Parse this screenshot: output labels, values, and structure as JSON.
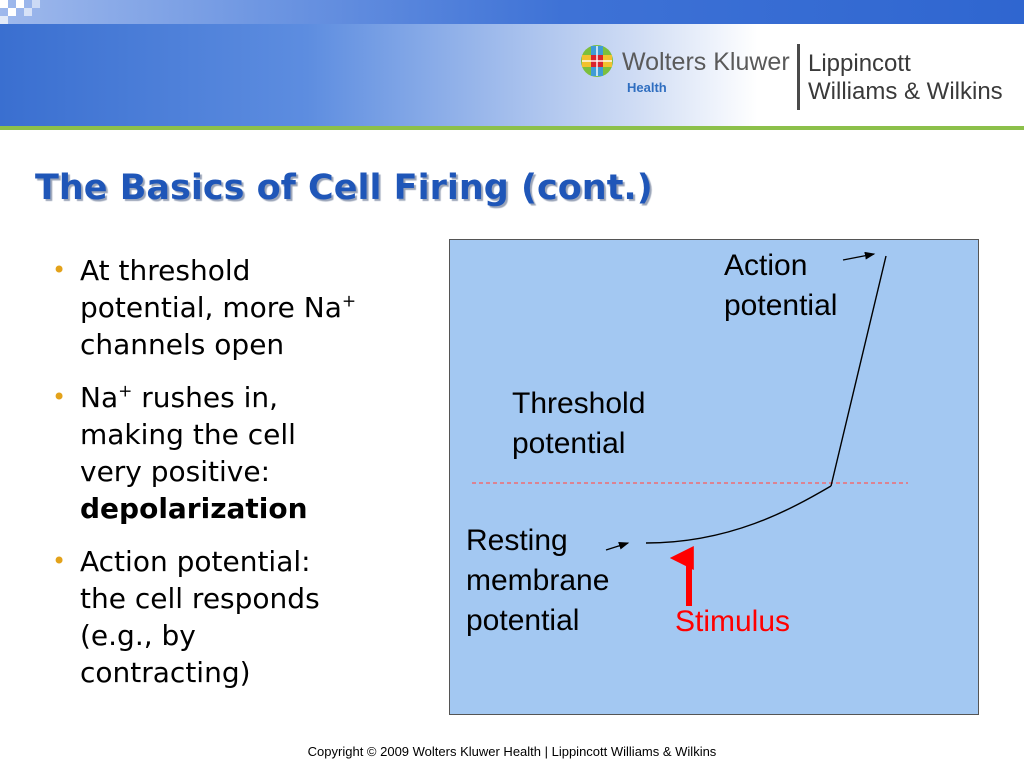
{
  "header": {
    "brand_name": "Wolters Kluwer",
    "brand_sub": "Health",
    "partner_line1": "Lippincott",
    "partner_line2": "Williams & Wilkins"
  },
  "slide": {
    "title": "The Basics of Cell Firing (cont.)",
    "bullets": [
      {
        "line1": "At threshold",
        "line2": "potential, more Na",
        "line2_sup": "+",
        "line3": "channels open"
      },
      {
        "line1": "Na",
        "line1_sup": "+",
        "line1_rest": " rushes in,",
        "line2": "making the cell",
        "line3": "very positive:",
        "line4_bold": "depolarization"
      },
      {
        "line1": "Action potential:",
        "line2": "the cell responds",
        "line3": "(e.g., by",
        "line4": "contracting)"
      }
    ]
  },
  "diagram": {
    "action_line1": "Action",
    "action_line2": "potential",
    "threshold_line1": "Threshold",
    "threshold_line2": "potential",
    "resting_line1": "Resting",
    "resting_line2": "membrane",
    "resting_line3": "potential",
    "stimulus": "Stimulus"
  },
  "colors": {
    "title": "#1f56b8",
    "diagram_bg": "#a3c8f2",
    "threshold_line": "#ff5a5a",
    "stimulus": "#ff0000",
    "bullet": "#e3a21a",
    "accent_line": "#8cc04a"
  },
  "footer": {
    "copyright": "Copyright © 2009 Wolters Kluwer Health | Lippincott Williams & Wilkins"
  }
}
